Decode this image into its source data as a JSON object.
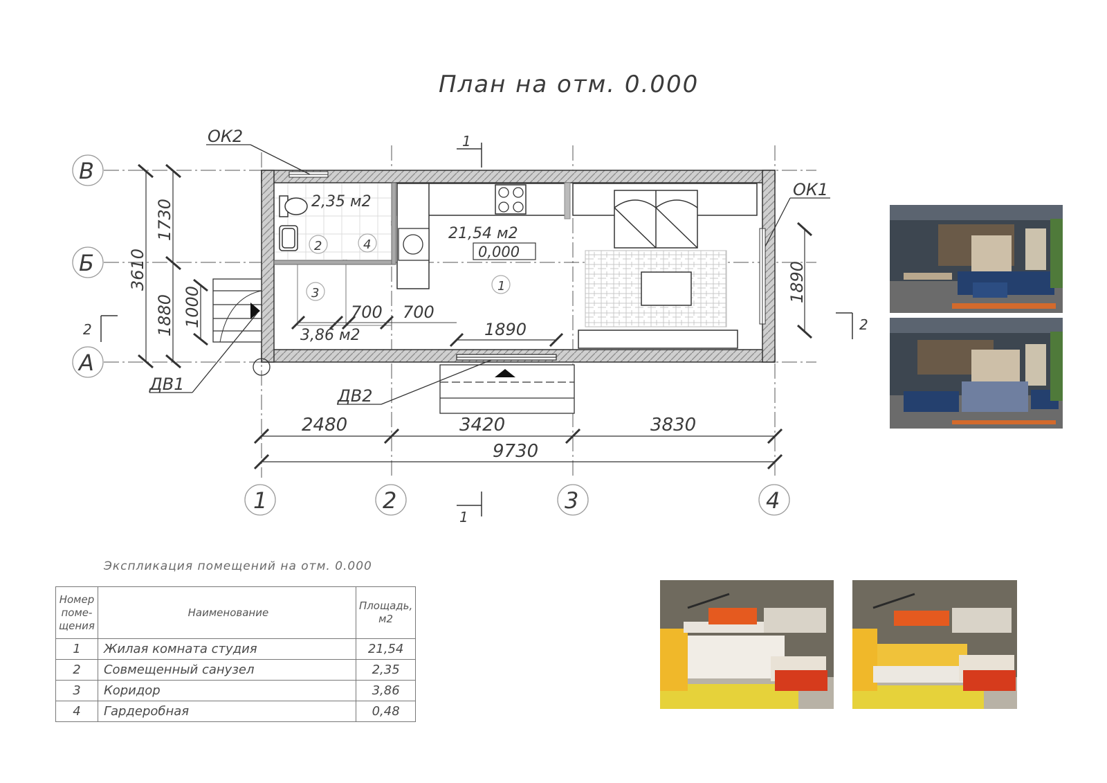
{
  "title": "План на отм. 0.000",
  "axes": {
    "letters": [
      "В",
      "Б",
      "А"
    ],
    "numbers": [
      "1",
      "2",
      "3",
      "4"
    ]
  },
  "dimensions": {
    "left_overall": "3610",
    "left_upper": "1730",
    "left_lower": "1880",
    "door_width": "1000",
    "right_window": "1890",
    "wall_segment_a": "700",
    "wall_segment_b": "700",
    "opening_dv2": "1890",
    "span_1_2": "2480",
    "span_2_3": "3420",
    "span_3_4": "3830",
    "overall": "9730"
  },
  "rooms": [
    {
      "num": "1",
      "area_label": "21,54 м2"
    },
    {
      "num": "2",
      "area_label": "2,35 м2"
    },
    {
      "num": "3",
      "area_label": "3,86 м2"
    },
    {
      "num": "4",
      "area_label": ""
    }
  ],
  "level_mark": "0,000",
  "tags": {
    "ok1": "ОК1",
    "ok2": "ОК2",
    "dv1": "ДВ1",
    "dv2": "ДВ2",
    "section_1": "1",
    "section_2": "2"
  },
  "explication": {
    "title": "Экспликация помещений на отм. 0.000",
    "headers": {
      "num": "Номер поме- щения",
      "name": "Наименование",
      "area": "Площадь, м2"
    },
    "rows": [
      {
        "num": "1",
        "name": "Жилая комната студия",
        "area": "21,54"
      },
      {
        "num": "2",
        "name": "Совмещенный санузел",
        "area": "2,35"
      },
      {
        "num": "3",
        "name": "Коридор",
        "area": "3,86"
      },
      {
        "num": "4",
        "name": "Гардеробная",
        "area": "0,48"
      }
    ]
  },
  "colors": {
    "line": "#333333",
    "wall_fill": "#9a9a9a",
    "text": "#3b3b3b"
  }
}
